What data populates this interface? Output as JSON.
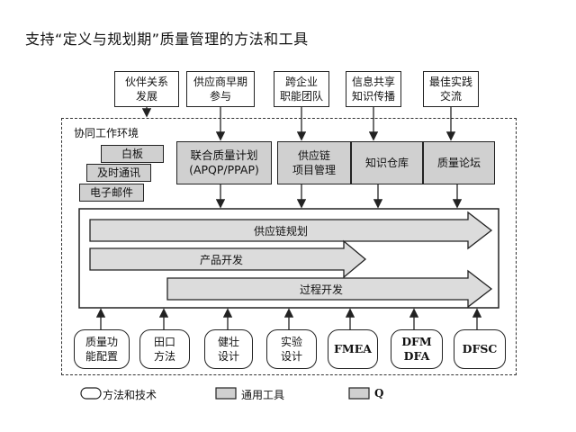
{
  "title": "支持“定义与规划期”质量管理的方法和工具",
  "top_inputs": [
    "伙伴关系\n发展",
    "供应商早期\n参与",
    "跨企业\n职能团队",
    "信息共享\n知识传播",
    "最佳实践\n交流"
  ],
  "work_env": {
    "label": "协同工作环境",
    "tools": [
      "白板",
      "及时通讯",
      "电子邮件"
    ]
  },
  "modules": [
    "联合质量计划\n(APQP/PPAP)",
    "供应链\n项目管理",
    "知识仓库",
    "质量论坛"
  ],
  "processes": [
    "供应链规划",
    "产品开发",
    "过程开发"
  ],
  "methods": [
    "质量功\n能配置",
    "田口\n方法",
    "健壮\n设计",
    "实验\n设计",
    "FMEA",
    "DFM\nDFA",
    "DFSC"
  ],
  "legend": {
    "methods_label": "方法和技术",
    "tools_label": "通用工具",
    "third_label": "Q"
  },
  "colors": {
    "gray_fill": "#d0d0d0",
    "stroke": "#222222"
  }
}
